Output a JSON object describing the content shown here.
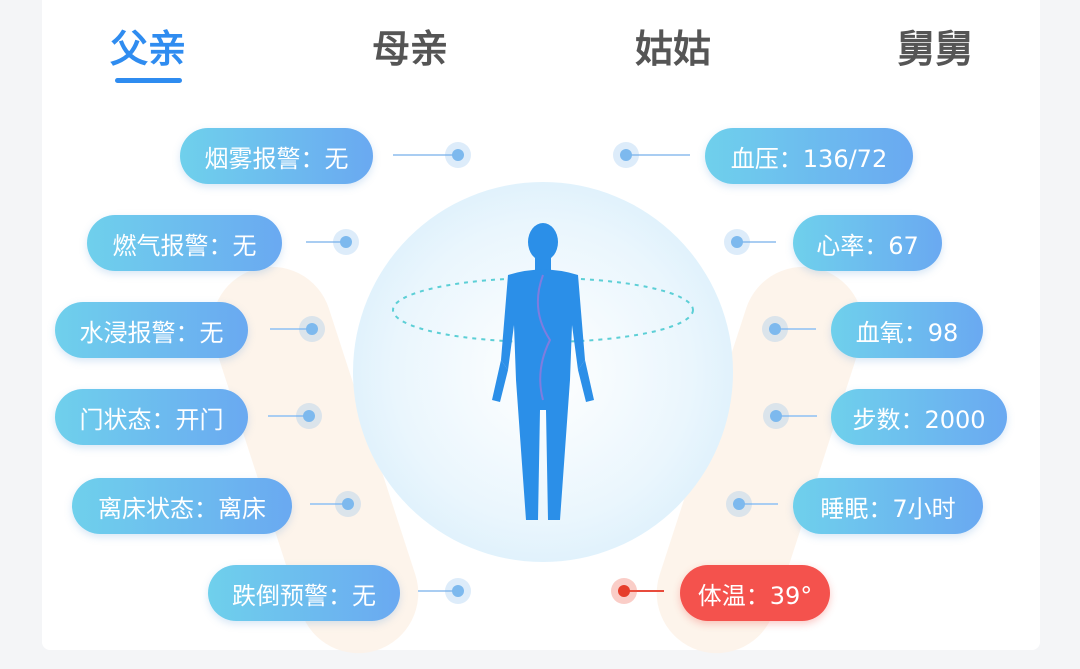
{
  "tabs": [
    {
      "label": "父亲",
      "active": true
    },
    {
      "label": "母亲"
    },
    {
      "label": "姑姑"
    },
    {
      "label": "舅舅"
    }
  ],
  "left_items": [
    {
      "label": "烟雾报警：无"
    },
    {
      "label": "燃气报警：无"
    },
    {
      "label": "水浸报警：无"
    },
    {
      "label": "门状态：开门"
    },
    {
      "label": "离床状态：离床"
    },
    {
      "label": "跌倒预警：无"
    }
  ],
  "right_items": [
    {
      "label": "血压：136/72"
    },
    {
      "label": "心率：67"
    },
    {
      "label": "血氧：98"
    },
    {
      "label": "步数：2000"
    },
    {
      "label": "睡眠：7小时"
    },
    {
      "label": "体温：39°",
      "alert": true
    }
  ],
  "colors": {
    "accent": "#2f8cf0",
    "alert": "#f4524d"
  }
}
